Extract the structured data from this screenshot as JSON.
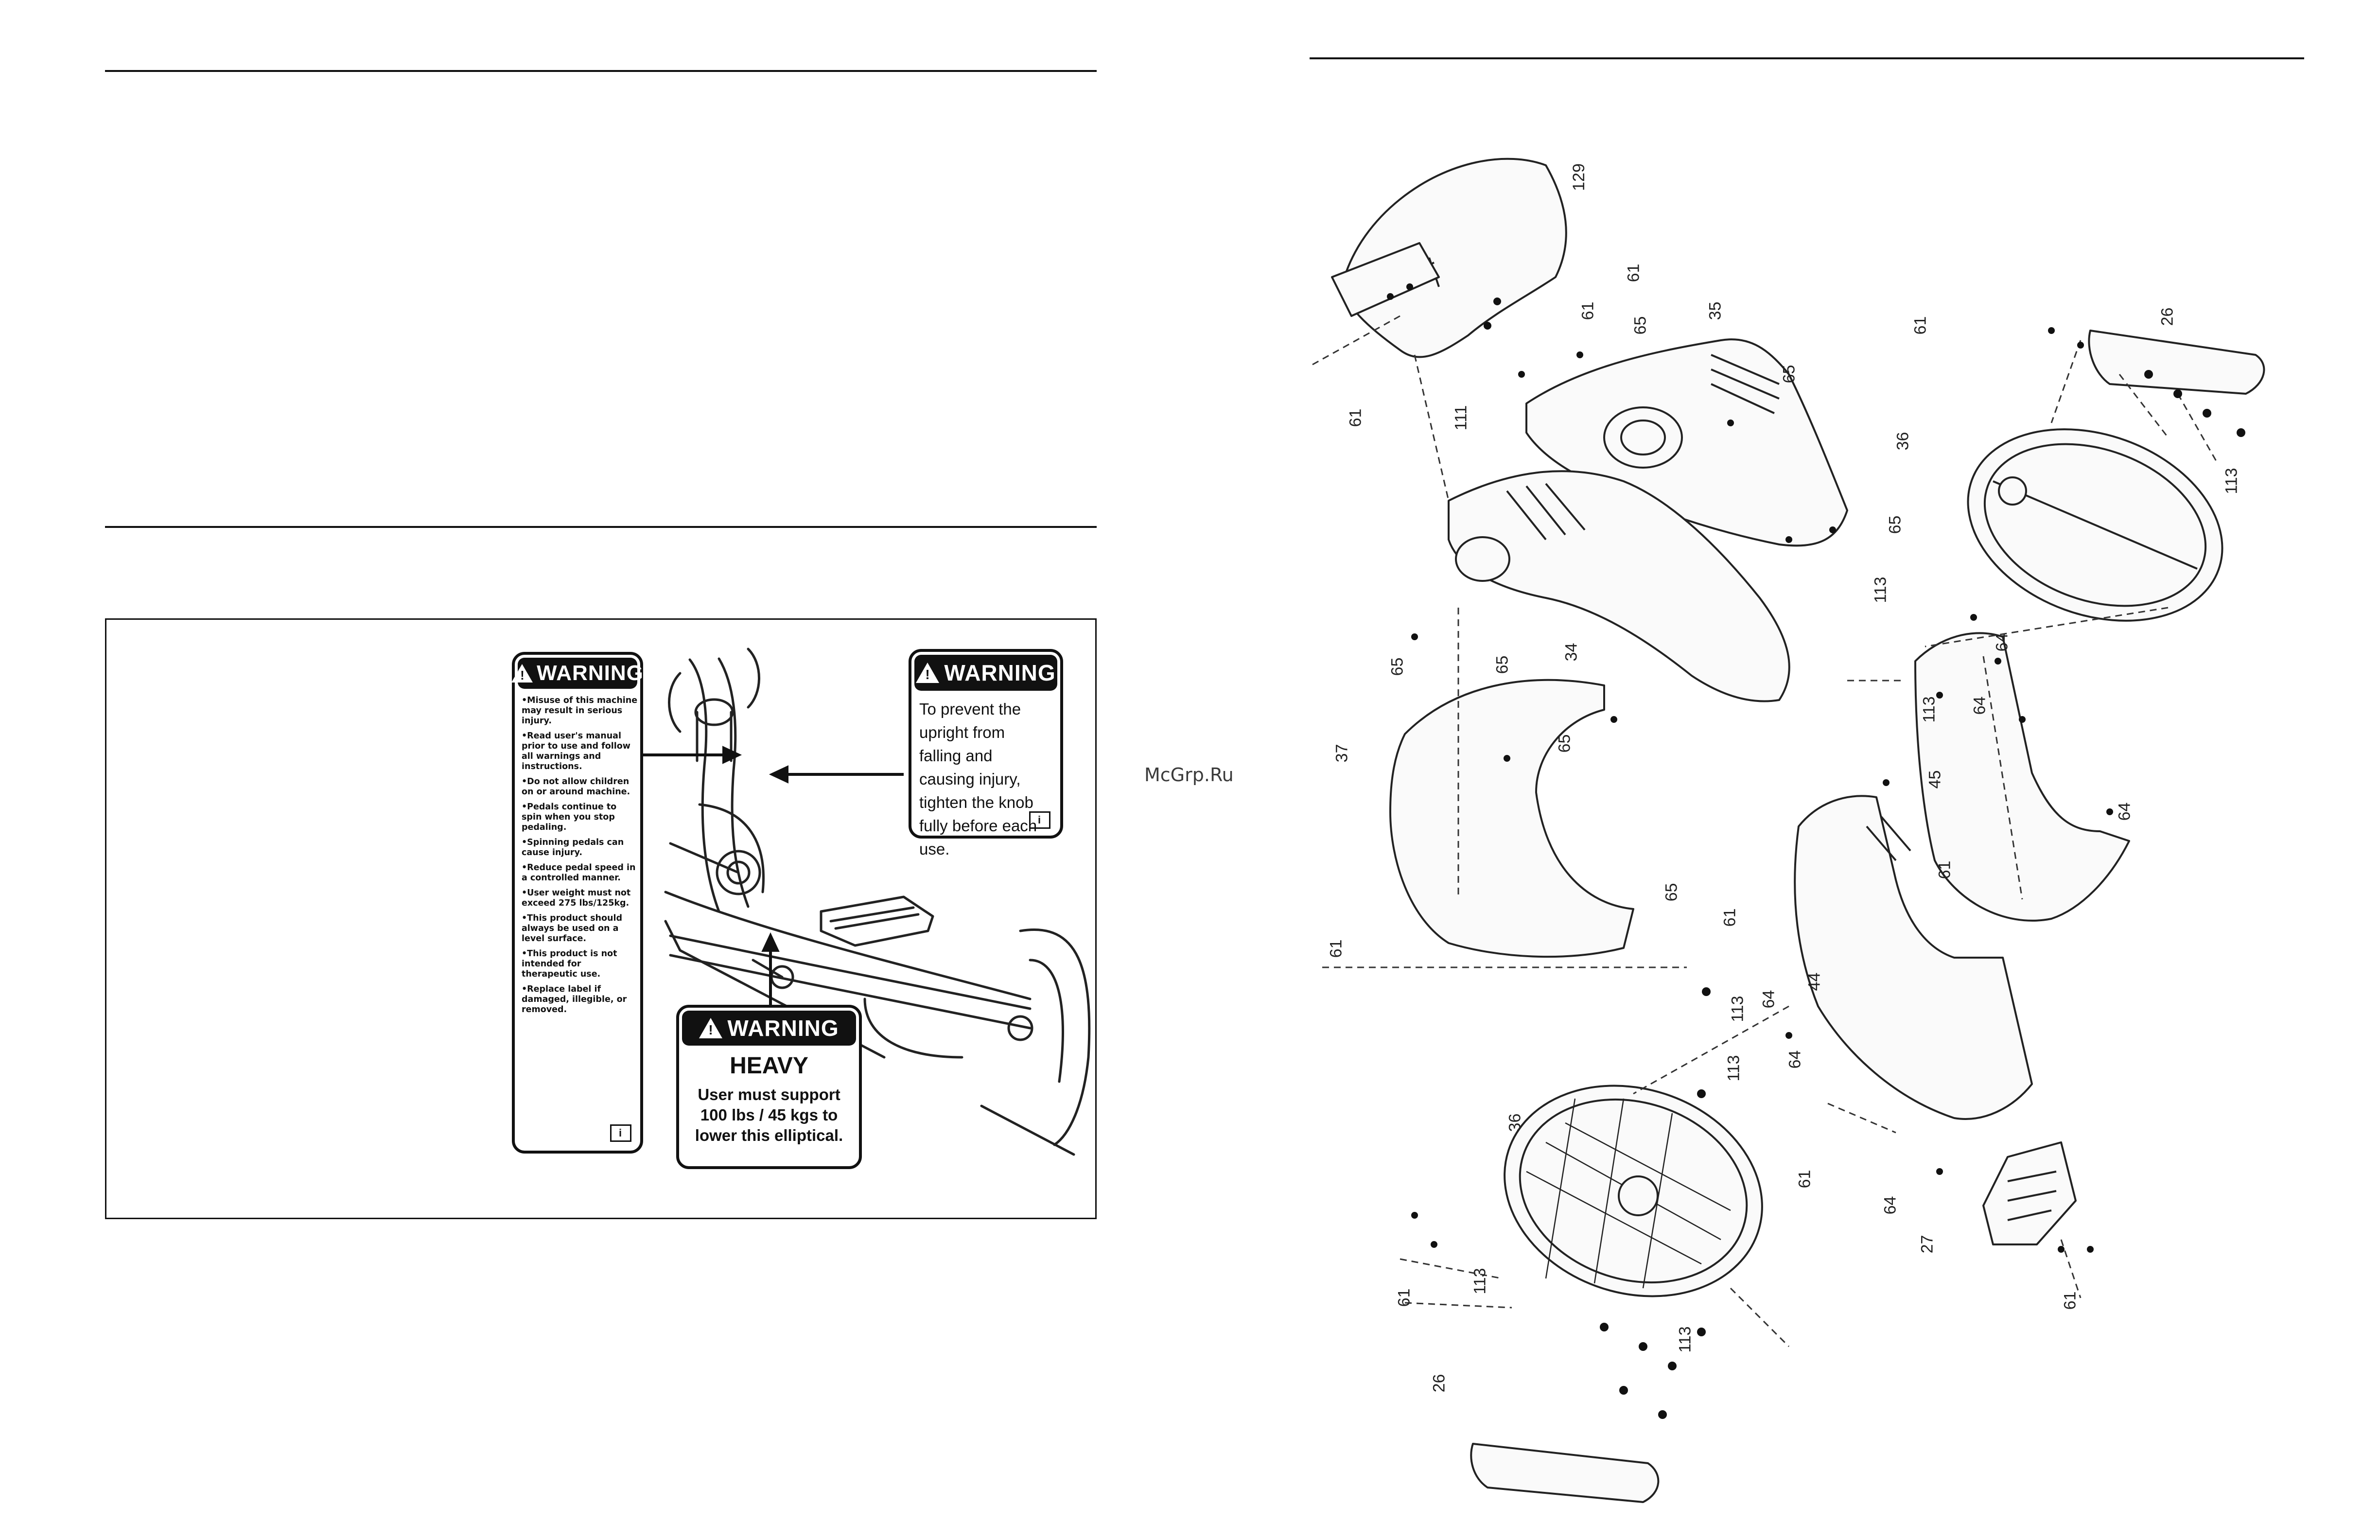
{
  "watermark": "McGrp.Ru",
  "labels": {
    "misuse": {
      "header": "WARNING",
      "bullets": [
        "•Misuse of this machine may result in serious injury.",
        "•Read user's manual prior to use and follow all warnings and instructions.",
        "•Do not allow children on or around machine.",
        "•Pedals continue to spin when you stop pedaling.",
        "•Spinning pedals can cause injury.",
        "•Reduce pedal speed in a controlled manner.",
        "•User weight must not exceed 275 lbs/125kg.",
        "•This product should always be used on a level surface.",
        "•This product is not intended for therapeutic use.",
        "•Replace label if damaged, illegible, or removed."
      ]
    },
    "upright": {
      "header": "WARNING",
      "text": "To prevent the upright from falling and causing injury, tighten the knob fully before each use."
    },
    "heavy": {
      "header": "WARNING",
      "title": "HEAVY",
      "text": "User must support 100 lbs / 45 kgs to lower this elliptical."
    }
  },
  "callouts": {
    "c129": "129",
    "c61a": "61",
    "c61b": "61",
    "c61c": "61",
    "c111": "111",
    "c65a": "65",
    "c35": "35",
    "c65b": "65",
    "c65c": "65",
    "c65d": "65",
    "c65e": "65",
    "c34": "34",
    "c65f": "65",
    "c65g": "65",
    "c37": "37",
    "c61d": "61",
    "c61e": "61",
    "c26a": "26",
    "c113a": "113",
    "c36a": "36",
    "c113b": "113",
    "c113c": "113",
    "c64a": "64",
    "c64b": "64",
    "c45": "45",
    "c64c": "64",
    "c61f": "61",
    "c61g": "61",
    "c113d": "113",
    "c64d": "64",
    "c44": "44",
    "c113e": "113",
    "c64e": "64",
    "c61h": "61",
    "c64f": "64",
    "c36b": "36",
    "c61i": "61",
    "c113f": "113",
    "c113g": "113",
    "c26b": "26",
    "c27": "27",
    "c61j": "61"
  }
}
